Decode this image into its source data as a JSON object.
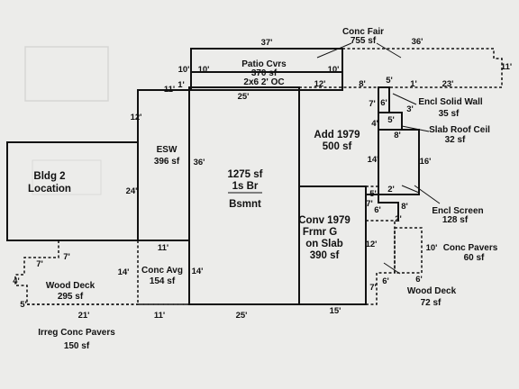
{
  "areas": {
    "main": {
      "area": "1275 sf",
      "stories": "1s Br",
      "basement": "Bsmnt"
    },
    "bldg2": {
      "line1": "Bldg 2",
      "line2": "Location"
    },
    "esw": {
      "name": "ESW",
      "area": "396 sf"
    },
    "patio": {
      "name": "Patio Cvrs",
      "area": "370 sf",
      "note": "2x6 2' OC"
    },
    "conc_fair": {
      "name": "Conc Fair",
      "area": "755 sf"
    },
    "addition": {
      "name": "Add 1979",
      "area": "500 sf"
    },
    "garage": {
      "line1": "Conv 1979",
      "line2": "Frmr G",
      "line3": "on Slab",
      "area": "390 sf"
    },
    "encl_solid": {
      "name": "Encl Solid Wall",
      "area": "35 sf"
    },
    "slab_roof": {
      "name": "Slab Roof Ceil",
      "area": "32 sf"
    },
    "encl_screen": {
      "name": "Encl Screen",
      "area": "128 sf"
    },
    "conc_pavers": {
      "name": "Conc Pavers",
      "area": "60 sf"
    },
    "wood_deck_right": {
      "name": "Wood Deck",
      "area": "72 sf"
    },
    "conc_avg": {
      "name": "Conc Avg",
      "area": "154 sf"
    },
    "wood_deck_left": {
      "name": "Wood Deck",
      "area": "295 sf"
    },
    "irreg_pavers": {
      "name": "Irreg Conc Pavers",
      "area": "150 sf"
    }
  },
  "dimensions": {
    "top_37": "37'",
    "top_36": "36'",
    "right_11": "11'",
    "d23": "23'",
    "d1_right": "1'",
    "d5_top": "5'",
    "d8_top": "8'",
    "d12_top": "12'",
    "d10_left_out": "10'",
    "d10_left_in": "10'",
    "d10_mid": "10'",
    "d11_top": "11'",
    "d1_top": "1'",
    "d25_top": "25'",
    "d12_esw": "12'",
    "d36": "36'",
    "d24": "24'",
    "d7_add": "7'",
    "d6_encl": "6'",
    "d3_encl": "3'",
    "d4_add": "4'",
    "d5_slab": "5'",
    "d8_slab": "8'",
    "d14_add": "14'",
    "d16": "16'",
    "d5_screen": "5'",
    "d2_screen": "2'",
    "d7_screen": "7'",
    "d6_screen": "6'",
    "d8_screen": "8'",
    "d2_pav": "2'",
    "d10_pav": "10'",
    "d12_gar": "12'",
    "d6_deck_a": "6'",
    "d6_deck_b": "6'",
    "d7_gar": "7'",
    "d11_conc": "11'",
    "d14_conc_l": "14'",
    "d14_conc_r": "14'",
    "d7_deck_a": "7'",
    "d7_deck_b": "7'",
    "d4_deck": "4'",
    "d5_deck": "5'",
    "d21": "21'",
    "d11_bot": "11'",
    "d25_bot": "25'",
    "d15_bot": "15'"
  }
}
